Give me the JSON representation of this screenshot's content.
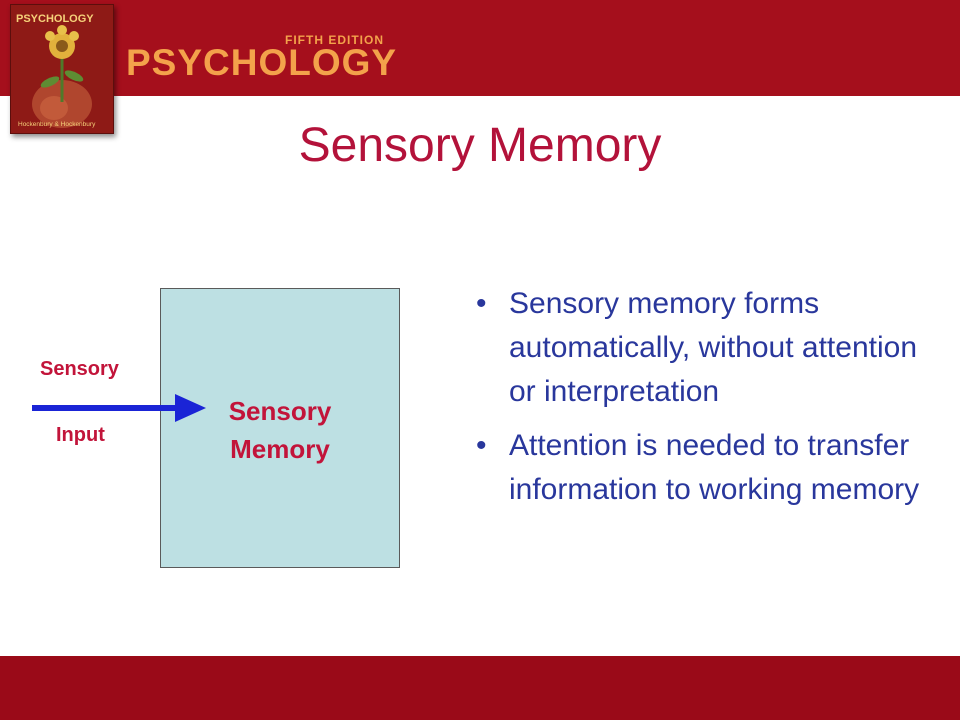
{
  "header": {
    "edition": "FIFTH EDITION",
    "book_title": "PSYCHOLOGY",
    "cover": {
      "title": "PSYCHOLOGY",
      "authors": "Hockenbury & Hockenbury"
    }
  },
  "slide": {
    "title": "Sensory Memory"
  },
  "diagram": {
    "input_label_top": "Sensory",
    "input_label_bottom": "Input",
    "box_label_line1": "Sensory",
    "box_label_line2": "Memory",
    "arrow_color": "#1a24d6",
    "box_color": "#bde0e3"
  },
  "bullets": [
    {
      "marker": "•",
      "text": "Sensory memory forms automatically, without attention or interpretation"
    },
    {
      "marker": "•",
      "text": "Attention is needed to transfer information to working memory"
    }
  ],
  "colors": {
    "band": "#a50f1c",
    "title": "#b3123a",
    "bullet_text": "#29379c",
    "accent": "#f3a24b"
  }
}
